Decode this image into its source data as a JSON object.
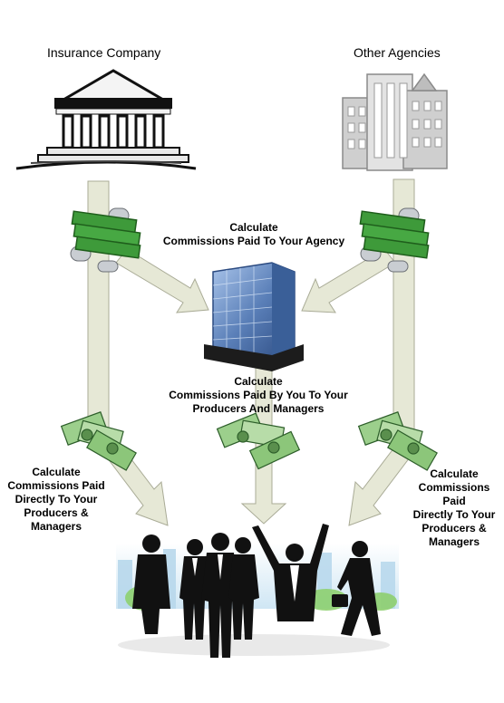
{
  "labels": {
    "insurance_company": "Insurance Company",
    "other_agencies": "Other Agencies",
    "agency_commissions": [
      "Calculate",
      "Commissions Paid To Your Agency"
    ],
    "producer_commissions": [
      "Calculate",
      "Commissions Paid By You To Your",
      "Producers And Managers"
    ],
    "direct_left": [
      "Calculate",
      "Commissions Paid",
      "Directly To Your",
      "Producers &",
      "Managers"
    ],
    "direct_right": [
      "Calculate",
      "Commissions Paid",
      "Directly To Your",
      "Producers &",
      "Managers"
    ]
  },
  "colors": {
    "arrow_fill": "#e6e8d6",
    "arrow_stroke": "#a9ab96",
    "money_green": "#3e9a3a",
    "building_blue": "#5a7fb8",
    "silhouette": "#111111"
  },
  "icons": {
    "insurance": "classical-bank-building-icon",
    "agencies": "office-towers-icon",
    "agency": "glass-office-building-icon",
    "money": "cash-stack-coins-icon",
    "bills": "fanned-dollar-bills-icon",
    "people": "business-people-silhouettes-icon"
  }
}
